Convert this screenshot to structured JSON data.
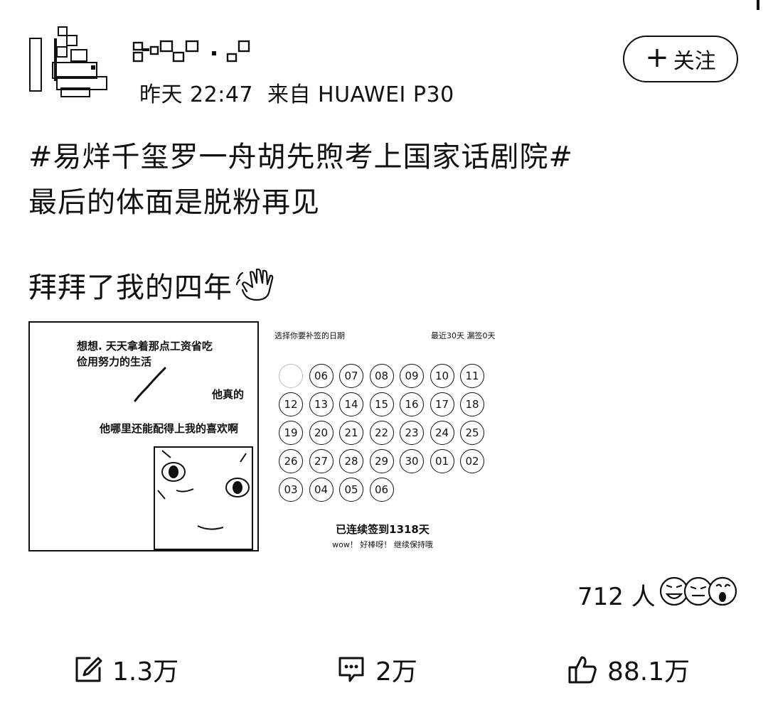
{
  "header": {
    "timestamp": "昨天 22:47",
    "source": "来自 HUAWEI P30",
    "follow_label": "关注"
  },
  "post": {
    "line1": "#易烊千玺罗一舟胡先煦考上国家话剧院#",
    "line2": "最后的体面是脱粉再见",
    "line3": "拜拜了我的四年"
  },
  "image1": {
    "line1": "想想.      天天拿着那点工资省吃",
    "line2": "俭用努力的生活",
    "line3": "他真的",
    "line4": "他哪里还能配得上我的喜欢啊"
  },
  "image2": {
    "title": "选择你要补签的日期",
    "summary": "最近30天 漏签0天",
    "days": [
      {
        "label": "",
        "state": "faded"
      },
      {
        "label": "06"
      },
      {
        "label": "07"
      },
      {
        "label": "08"
      },
      {
        "label": "09"
      },
      {
        "label": "10"
      },
      {
        "label": "11"
      },
      {
        "label": "12"
      },
      {
        "label": "13"
      },
      {
        "label": "14"
      },
      {
        "label": "15"
      },
      {
        "label": "16"
      },
      {
        "label": "17"
      },
      {
        "label": "18"
      },
      {
        "label": "19"
      },
      {
        "label": "20"
      },
      {
        "label": "21"
      },
      {
        "label": "22"
      },
      {
        "label": "23"
      },
      {
        "label": "24"
      },
      {
        "label": "25"
      },
      {
        "label": "26"
      },
      {
        "label": "27"
      },
      {
        "label": "28"
      },
      {
        "label": "29"
      },
      {
        "label": "30"
      },
      {
        "label": "01"
      },
      {
        "label": "02"
      },
      {
        "label": "03"
      },
      {
        "label": "04"
      },
      {
        "label": "05"
      },
      {
        "label": "06"
      },
      {
        "label": "",
        "state": "blank"
      },
      {
        "label": "",
        "state": "blank"
      },
      {
        "label": "",
        "state": "blank"
      }
    ],
    "streak": "已连续签到1318天",
    "wow": "wow！ 好棒呀！ 继续保持哦"
  },
  "reactions": {
    "count": "712 人"
  },
  "actions": {
    "repost": "1.3万",
    "comment": "2万",
    "like": "88.1万"
  },
  "icons": {
    "avatar": "pixel-avatar-icon",
    "wave": "waving-hand-icon",
    "repost": "repost-icon",
    "comment": "comment-icon",
    "like": "thumbs-up-icon",
    "reaction_faces": "reaction-faces-icon"
  }
}
